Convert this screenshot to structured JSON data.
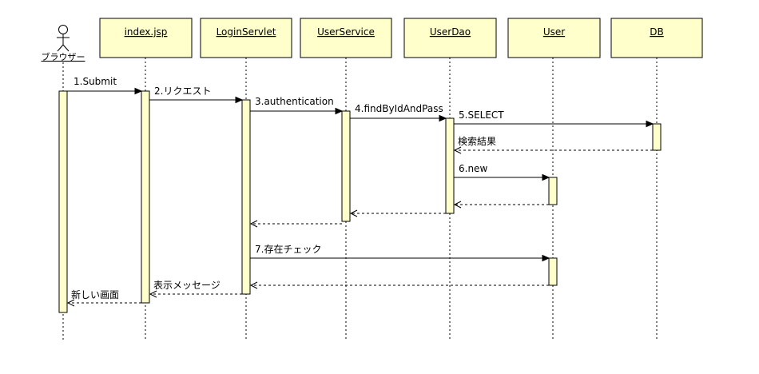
{
  "participants": [
    {
      "id": "browser",
      "label": "ブラウザー",
      "kind": "actor"
    },
    {
      "id": "index",
      "label": "index.jsp",
      "kind": "object"
    },
    {
      "id": "login",
      "label": "LoginServlet",
      "kind": "object"
    },
    {
      "id": "service",
      "label": "UserService",
      "kind": "object"
    },
    {
      "id": "dao",
      "label": "UserDao",
      "kind": "object"
    },
    {
      "id": "user",
      "label": "User",
      "kind": "object"
    },
    {
      "id": "db",
      "label": "DB",
      "kind": "object"
    }
  ],
  "messages": [
    {
      "from": "browser",
      "to": "index",
      "label": "1.Submit",
      "type": "call"
    },
    {
      "from": "index",
      "to": "login",
      "label": "2.リクエスト",
      "type": "call"
    },
    {
      "from": "login",
      "to": "service",
      "label": "3.authentication",
      "type": "call"
    },
    {
      "from": "service",
      "to": "dao",
      "label": "4.findByIdAndPass",
      "type": "call"
    },
    {
      "from": "dao",
      "to": "db",
      "label": "5.SELECT",
      "type": "call"
    },
    {
      "from": "db",
      "to": "dao",
      "label": "検索結果",
      "type": "return"
    },
    {
      "from": "dao",
      "to": "user",
      "label": "6.new",
      "type": "call"
    },
    {
      "from": "user",
      "to": "dao",
      "label": "",
      "type": "return"
    },
    {
      "from": "dao",
      "to": "service",
      "label": "",
      "type": "return"
    },
    {
      "from": "service",
      "to": "login",
      "label": "",
      "type": "return"
    },
    {
      "from": "login",
      "to": "user",
      "label": "7.存在チェック",
      "type": "call"
    },
    {
      "from": "user",
      "to": "login",
      "label": "",
      "type": "return"
    },
    {
      "from": "login",
      "to": "index",
      "label": "表示メッセージ",
      "type": "return"
    },
    {
      "from": "index",
      "to": "browser",
      "label": "新しい画面",
      "type": "return"
    }
  ]
}
